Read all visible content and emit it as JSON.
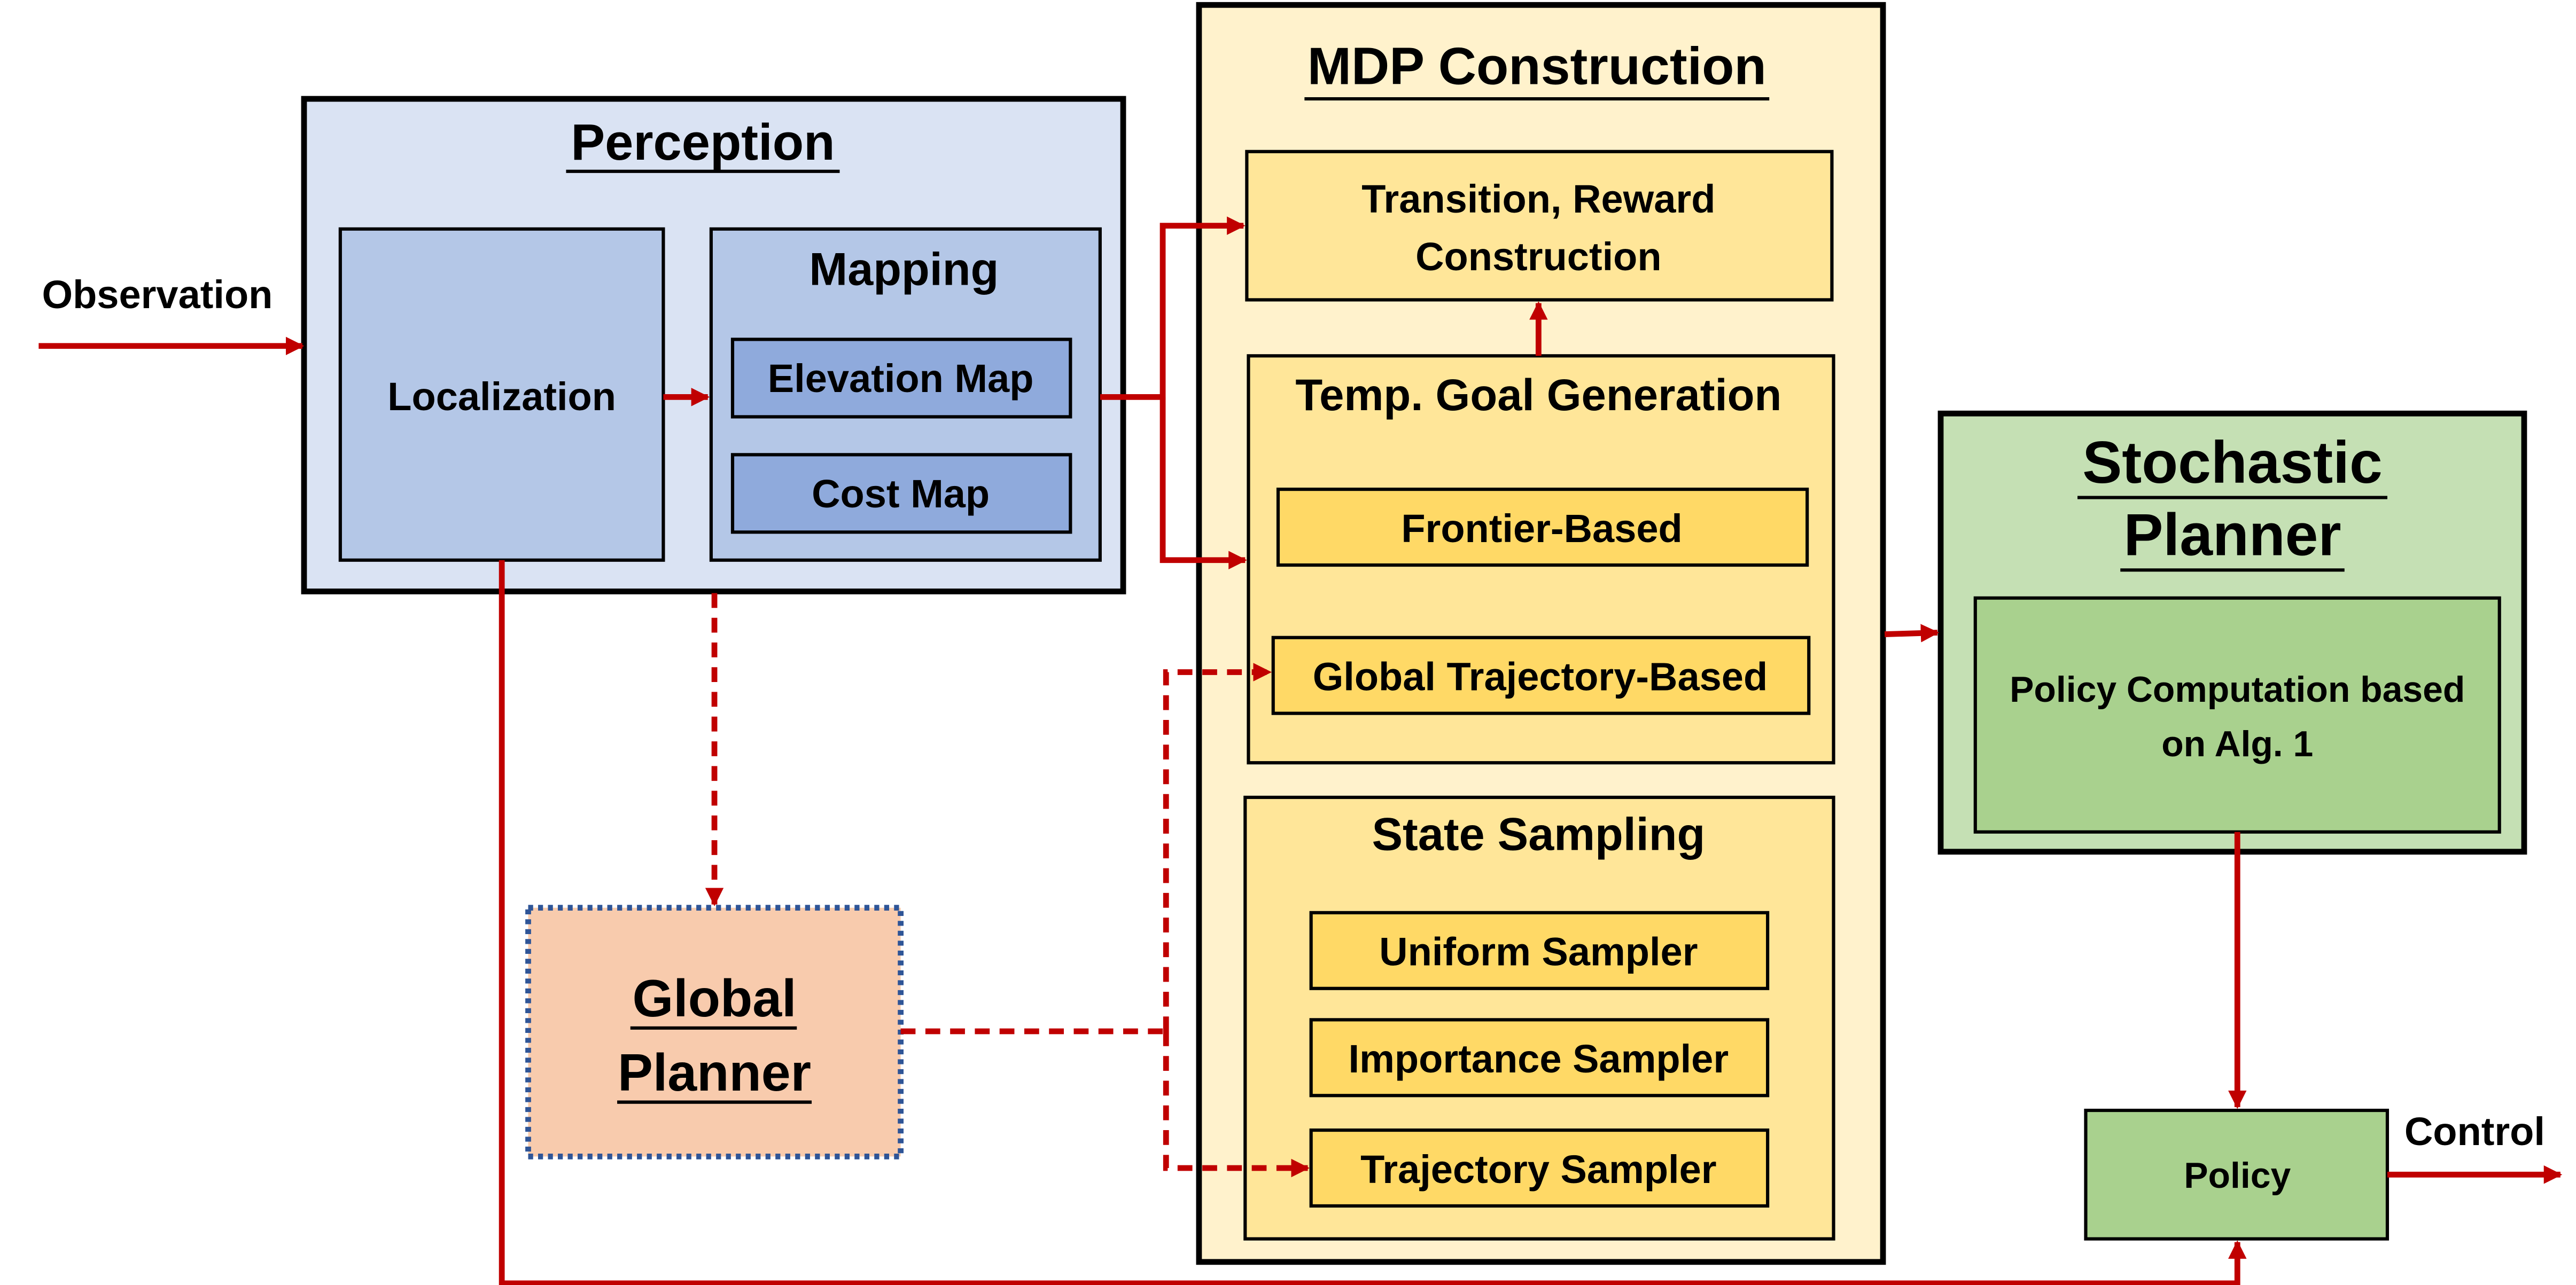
{
  "labels": {
    "observation": "Observation",
    "control": "Control"
  },
  "perception": {
    "title": "Perception",
    "localization": "Localization",
    "mapping": {
      "title": "Mapping",
      "elevation_map": "Elevation Map",
      "cost_map": "Cost Map"
    }
  },
  "mdp": {
    "title": "MDP Construction",
    "transition_reward_line1": "Transition, Reward",
    "transition_reward_line2": "Construction",
    "temp_goal": {
      "title": "Temp. Goal Generation",
      "frontier": "Frontier-Based",
      "global_traj": "Global Trajectory-Based"
    },
    "state_sampling": {
      "title": "State Sampling",
      "uniform": "Uniform Sampler",
      "importance": "Importance Sampler",
      "trajectory": "Trajectory Sampler"
    }
  },
  "stochastic": {
    "title_line1": "Stochastic",
    "title_line2": "Planner",
    "policy_comp_line1": "Policy Computation based",
    "policy_comp_line2": "on Alg. 1"
  },
  "global_planner": {
    "line1": "Global",
    "line2": "Planner"
  },
  "policy": "Policy",
  "colors": {
    "arrow": "#c00000",
    "perception_bg": "#dae3f3",
    "perception_inner": "#b4c7e7",
    "map_box": "#8faadc",
    "mdp_bg": "#fff2cc",
    "mdp_inner": "#ffe699",
    "mdp_item": "#ffd966",
    "stochastic_bg": "#c5e0b4",
    "stochastic_inner": "#a9d18e",
    "global_bg": "#f8cbad",
    "global_border": "#2f5597"
  }
}
